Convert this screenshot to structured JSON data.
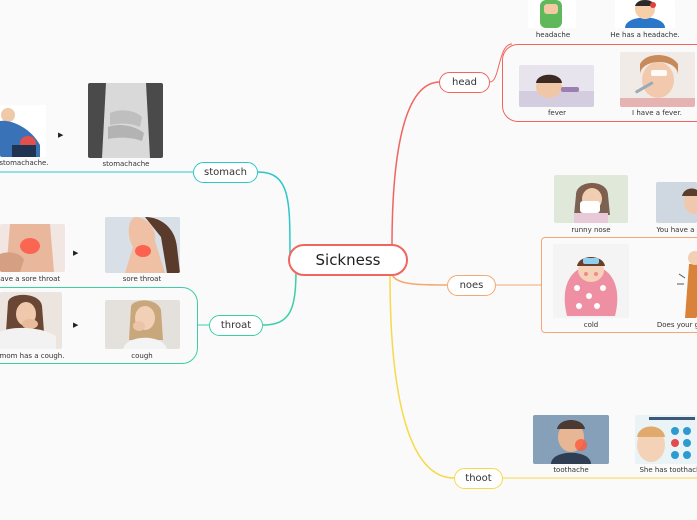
{
  "center": {
    "label": "Sickness",
    "color": "#f0655e"
  },
  "branches": {
    "head": {
      "label": "head",
      "color": "#f0655e"
    },
    "noes": {
      "label": "noes",
      "color": "#f4a871"
    },
    "thoot": {
      "label": "thoot",
      "color": "#f7d94b"
    },
    "stomach": {
      "label": "stomach",
      "color": "#2cc7c9"
    },
    "throat": {
      "label": "throat",
      "color": "#3ccfa6"
    }
  },
  "captions": {
    "headache": "headache",
    "he_has_headache": "He has a headache.",
    "fever": "fever",
    "i_have_fever": "I have a fever.",
    "runny_nose": "runny nose",
    "you_have_runny": "You have a r",
    "cold": "cold",
    "does_your": "Does your g",
    "toothache": "toothache",
    "she_has_toothache": "She has toothach",
    "stomachache_sentence": "stomachache.",
    "stomachache": "stomachache",
    "sore_throat_sentence": "have a sore throat",
    "sore_throat": "sore throat",
    "mom_cough": "mom has a cough.",
    "cough": "cough"
  },
  "arrow_glyph": "▶"
}
